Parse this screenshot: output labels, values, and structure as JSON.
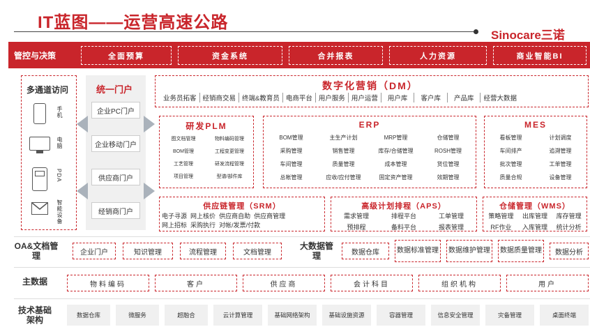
{
  "header": {
    "title": "IT蓝图——运营高速公路",
    "brand": "Sinocare三诺"
  },
  "control_layer": {
    "label": "管控与决策",
    "items": [
      "全面预算",
      "资金系统",
      "合并报表",
      "人力资源",
      "商业智能BI"
    ]
  },
  "channels": {
    "title": "多通道访问",
    "devices": [
      {
        "label": "手机",
        "icon": "phone-icon"
      },
      {
        "label": "电脑",
        "icon": "monitor-icon"
      },
      {
        "label": "PDA",
        "icon": "pda-icon"
      },
      {
        "label": "智能设备",
        "icon": "mail-icon"
      }
    ]
  },
  "portal": {
    "title": "统一门户",
    "items": [
      "企业PC门户",
      "企业移动门户",
      "供应商门户",
      "经销商门户"
    ]
  },
  "dm": {
    "title": "数字化营销（DM）",
    "items": [
      "业务员拓客",
      "经销商交易",
      "终端&教育员",
      "电商平台",
      "用户服务",
      "用户运营",
      "用户库",
      "客户库",
      "产品库",
      "经营大数据"
    ]
  },
  "plm": {
    "title": "研发PLM",
    "items": [
      "图文档管理",
      "物料编码管理",
      "BOM管理",
      "工程变更管理",
      "工艺管理",
      "研发流程管理",
      "项目管理",
      "型谱/部件库"
    ]
  },
  "erp": {
    "title": "ERP",
    "items": [
      "BOM管理",
      "主生产计划",
      "MRP管理",
      "仓储管理",
      "采购管理",
      "销售管理",
      "库存/合储管理",
      "ROSH管理",
      "车间管理",
      "质量管理",
      "成本管理",
      "货位管理",
      "总帐管理",
      "应收/应付管理",
      "固定资产管理",
      "效期管理"
    ]
  },
  "mes": {
    "title": "MES",
    "items": [
      "看板管理",
      "计划调度",
      "车间排产",
      "追溯管理",
      "批次管理",
      "工单管理",
      "质量合规",
      "设备管理"
    ]
  },
  "srm": {
    "title": "供应链管理（SRM）",
    "items": [
      "电子寻源",
      "网上核价",
      "供应商自助",
      "供应商管理",
      "网上招标",
      "采购执行",
      "对帐/发票/付款"
    ]
  },
  "aps": {
    "title": "高级计划排程（APS）",
    "items": [
      "需求管理",
      "排程平台",
      "工单管理",
      "预排程",
      "备料平台",
      "报表管理"
    ]
  },
  "wms": {
    "title": "仓储管理（WMS）",
    "items": [
      "策略管理",
      "出库管理",
      "库存管理",
      "RF作业",
      "入库管理",
      "统计分析"
    ]
  },
  "oa": {
    "label": "OA&文档管理",
    "items": [
      "企业门户",
      "知识管理",
      "流程管理",
      "文档管理"
    ]
  },
  "bigdata": {
    "label": "大数据管理",
    "items": [
      "数据仓库",
      "数据标准管理",
      "数据维护管理",
      "数据质量管理",
      "数据分析"
    ]
  },
  "master": {
    "label": "主数据",
    "items": [
      "物料编码",
      "客户",
      "供应商",
      "会计科目",
      "组织机构",
      "用户"
    ]
  },
  "infra": {
    "label": "技术基础架构",
    "items": [
      "数据仓库",
      "微服务",
      "超融合",
      "云计算管理",
      "基础网络架构",
      "基础设施资源",
      "容器管理",
      "信息安全管理",
      "灾备管理",
      "桌面终端"
    ]
  }
}
